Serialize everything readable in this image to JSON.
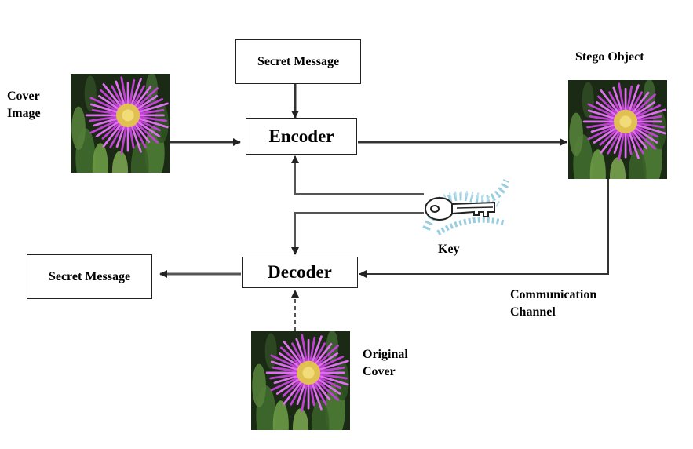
{
  "nodes": {
    "secret_message_in": "Secret Message",
    "encoder": "Encoder",
    "decoder": "Decoder",
    "secret_message_out": "Secret Message"
  },
  "labels": {
    "cover_image": [
      "Cover",
      "Image"
    ],
    "stego_object": "Stego Object",
    "key": "Key",
    "communication_channel": [
      "Communication",
      "Channel"
    ],
    "original_cover": [
      "Original",
      "Cover"
    ]
  },
  "images": {
    "cover_image": "flower-photo",
    "stego_object": "flower-photo",
    "original_cover": "flower-photo",
    "key": "key-icon"
  },
  "colors": {
    "petal": "#c23fd6",
    "center": "#e0c050",
    "foliage": "#2d4a22",
    "line": "#333333"
  }
}
